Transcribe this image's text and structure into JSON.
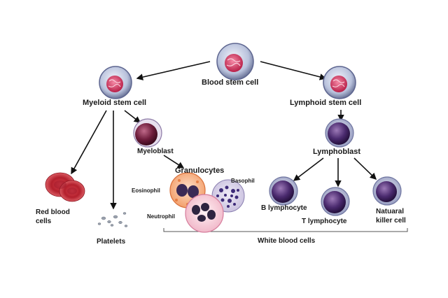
{
  "diagram": {
    "nodes": {
      "blood_stem_cell": "Blood stem cell",
      "myeloid_stem_cell": "Myeloid stem cell",
      "lymphoid_stem_cell": "Lymphoid stem cell",
      "myeloblast": "Myeloblast",
      "lymphoblast": "Lymphoblast",
      "granulocytes": "Granulocytes",
      "eosinophil": "Eosinophil",
      "basophil": "Basophil",
      "neutrophil": "Neutrophil",
      "red_blood_cells_line1": "Red blood",
      "red_blood_cells_line2": "cells",
      "platelets": "Platelets",
      "b_lymphocyte": "B lymphocyte",
      "t_lymphocyte": "T lymphocyte",
      "natural_killer_line1": "Natuaral",
      "natural_killer_line2": "killer cell",
      "white_blood_cells": "White blood cells"
    },
    "edges": [
      [
        "Blood stem cell",
        "Myeloid stem cell"
      ],
      [
        "Blood stem cell",
        "Lymphoid stem cell"
      ],
      [
        "Myeloid stem cell",
        "Red blood cells"
      ],
      [
        "Myeloid stem cell",
        "Platelets"
      ],
      [
        "Myeloid stem cell",
        "Myeloblast"
      ],
      [
        "Myeloblast",
        "Granulocytes"
      ],
      [
        "Lymphoid stem cell",
        "Lymphoblast"
      ],
      [
        "Lymphoblast",
        "B lymphocyte"
      ],
      [
        "Lymphoblast",
        "T lymphocyte"
      ],
      [
        "Lymphoblast",
        "Natuaral killer cell"
      ]
    ]
  }
}
